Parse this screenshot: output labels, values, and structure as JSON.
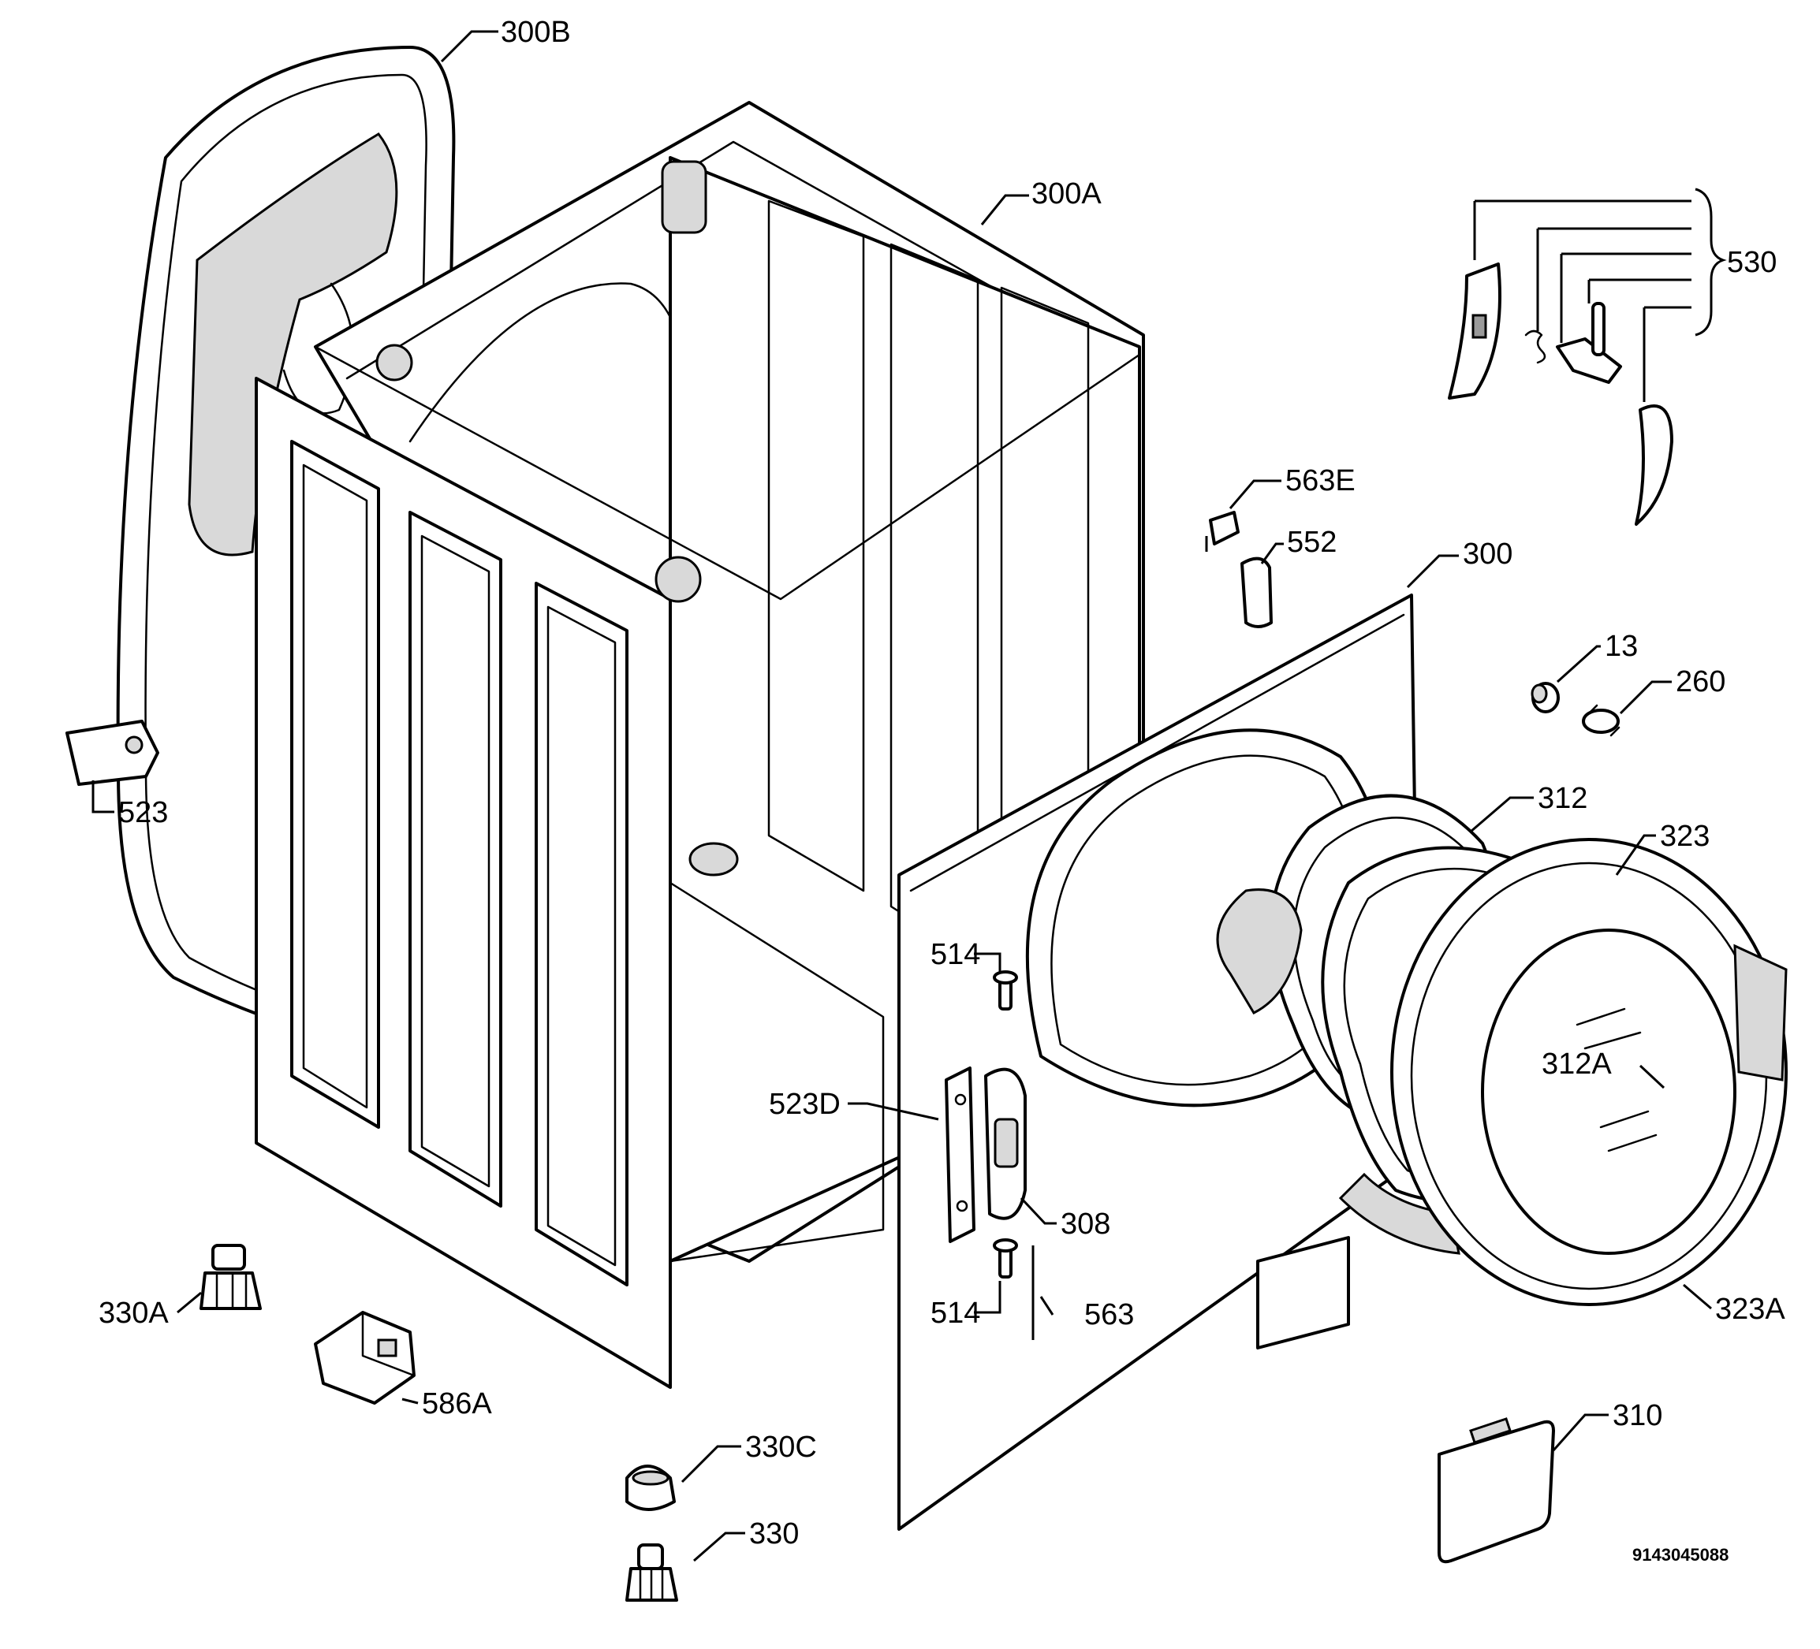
{
  "diagram_code": "9143045088",
  "callouts": [
    {
      "id": "300B",
      "label": "300B"
    },
    {
      "id": "300A",
      "label": "300A"
    },
    {
      "id": "530",
      "label": "530"
    },
    {
      "id": "563E",
      "label": "563E"
    },
    {
      "id": "552",
      "label": "552"
    },
    {
      "id": "300",
      "label": "300"
    },
    {
      "id": "13",
      "label": "13"
    },
    {
      "id": "260",
      "label": "260"
    },
    {
      "id": "523",
      "label": "523"
    },
    {
      "id": "312",
      "label": "312"
    },
    {
      "id": "323",
      "label": "323"
    },
    {
      "id": "514a",
      "label": "514"
    },
    {
      "id": "312A",
      "label": "312A"
    },
    {
      "id": "523D",
      "label": "523D"
    },
    {
      "id": "308",
      "label": "308"
    },
    {
      "id": "330A",
      "label": "330A"
    },
    {
      "id": "514b",
      "label": "514"
    },
    {
      "id": "563",
      "label": "563"
    },
    {
      "id": "323A",
      "label": "323A"
    },
    {
      "id": "586A",
      "label": "586A"
    },
    {
      "id": "310",
      "label": "310"
    },
    {
      "id": "330C",
      "label": "330C"
    },
    {
      "id": "330",
      "label": "330"
    }
  ]
}
